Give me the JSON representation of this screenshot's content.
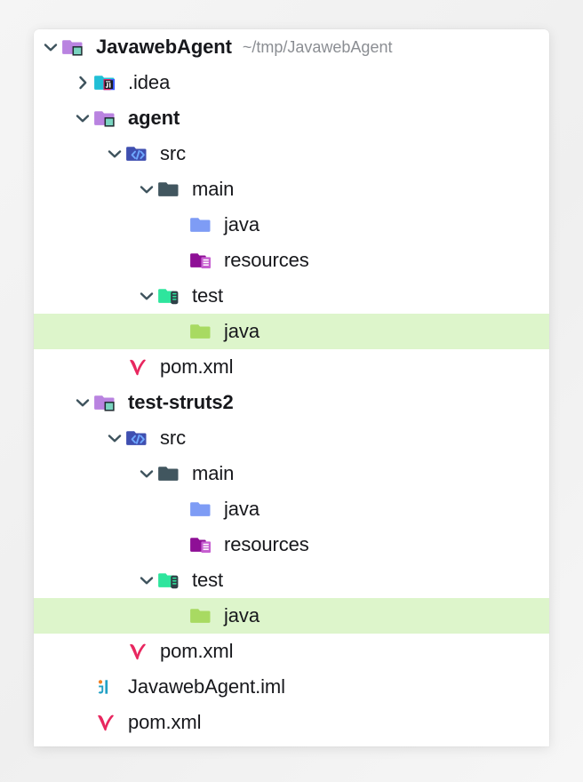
{
  "panel": {
    "title": "Project Tool Window",
    "selected_row_color": "#ddf5cb",
    "background": "#ffffff"
  },
  "tree": {
    "rows": [
      {
        "id": "root",
        "label": "JavawebAgent",
        "path": "~/tmp/JavawebAgent",
        "depth": 0,
        "bold": true,
        "twisty": "chevron-down-icon",
        "icon": "module-folder-icon",
        "selected": false
      },
      {
        "id": "idea",
        "label": ".idea",
        "path": "",
        "depth": 1,
        "bold": false,
        "twisty": "chevron-right-icon",
        "icon": "idea-folder-icon",
        "selected": false
      },
      {
        "id": "agent",
        "label": "agent",
        "path": "",
        "depth": 1,
        "bold": true,
        "twisty": "chevron-down-icon",
        "icon": "module-folder-icon",
        "selected": false
      },
      {
        "id": "agent-src",
        "label": "src",
        "path": "",
        "depth": 2,
        "bold": false,
        "twisty": "chevron-down-icon",
        "icon": "source-folder-icon",
        "selected": false
      },
      {
        "id": "agent-main",
        "label": "main",
        "path": "",
        "depth": 3,
        "bold": false,
        "twisty": "chevron-down-icon",
        "icon": "plain-folder-icon",
        "selected": false
      },
      {
        "id": "agent-main-java",
        "label": "java",
        "path": "",
        "depth": 4,
        "bold": false,
        "twisty": "none",
        "icon": "java-source-folder-icon",
        "selected": false
      },
      {
        "id": "agent-main-res",
        "label": "resources",
        "path": "",
        "depth": 4,
        "bold": false,
        "twisty": "none",
        "icon": "resources-folder-icon",
        "selected": false
      },
      {
        "id": "agent-test",
        "label": "test",
        "path": "",
        "depth": 3,
        "bold": false,
        "twisty": "chevron-down-icon",
        "icon": "test-folder-icon",
        "selected": false
      },
      {
        "id": "agent-test-java",
        "label": "java",
        "path": "",
        "depth": 4,
        "bold": false,
        "twisty": "none",
        "icon": "test-source-folder-icon",
        "selected": true
      },
      {
        "id": "agent-pom",
        "label": "pom.xml",
        "path": "",
        "depth": 2,
        "bold": false,
        "twisty": "none",
        "icon": "maven-file-icon",
        "selected": false
      },
      {
        "id": "struts",
        "label": "test-struts2",
        "path": "",
        "depth": 1,
        "bold": true,
        "twisty": "chevron-down-icon",
        "icon": "module-folder-icon",
        "selected": false
      },
      {
        "id": "struts-src",
        "label": "src",
        "path": "",
        "depth": 2,
        "bold": false,
        "twisty": "chevron-down-icon",
        "icon": "source-folder-icon",
        "selected": false
      },
      {
        "id": "struts-main",
        "label": "main",
        "path": "",
        "depth": 3,
        "bold": false,
        "twisty": "chevron-down-icon",
        "icon": "plain-folder-icon",
        "selected": false
      },
      {
        "id": "struts-main-java",
        "label": "java",
        "path": "",
        "depth": 4,
        "bold": false,
        "twisty": "none",
        "icon": "java-source-folder-icon",
        "selected": false
      },
      {
        "id": "struts-main-res",
        "label": "resources",
        "path": "",
        "depth": 4,
        "bold": false,
        "twisty": "none",
        "icon": "resources-folder-icon",
        "selected": false
      },
      {
        "id": "struts-test",
        "label": "test",
        "path": "",
        "depth": 3,
        "bold": false,
        "twisty": "chevron-down-icon",
        "icon": "test-folder-icon",
        "selected": false
      },
      {
        "id": "struts-test-java",
        "label": "java",
        "path": "",
        "depth": 4,
        "bold": false,
        "twisty": "none",
        "icon": "test-source-folder-icon",
        "selected": true
      },
      {
        "id": "struts-pom",
        "label": "pom.xml",
        "path": "",
        "depth": 2,
        "bold": false,
        "twisty": "none",
        "icon": "maven-file-icon",
        "selected": false
      },
      {
        "id": "iml",
        "label": "JavawebAgent.iml",
        "path": "",
        "depth": 1,
        "bold": false,
        "twisty": "none",
        "icon": "iml-file-icon",
        "selected": false
      },
      {
        "id": "root-pom",
        "label": "pom.xml",
        "path": "",
        "depth": 1,
        "bold": false,
        "twisty": "none",
        "icon": "maven-file-icon",
        "selected": false
      }
    ]
  },
  "colors": {
    "module_folder": "#b983e0",
    "module_badge": "#7ad4c0",
    "idea_folder": "#21bfd6",
    "source_folder": "#3f51b5",
    "plain_folder": "#41565f",
    "java_folder": "#7e9cf5",
    "resources_folder": "#8e0f96",
    "test_folder": "#2ee59d",
    "test_source_folder": "#a8da62",
    "maven_icon": "#e8275f",
    "iml_icon": "#21a0c4",
    "text": "#17181c",
    "path_text": "#8b8e93"
  }
}
